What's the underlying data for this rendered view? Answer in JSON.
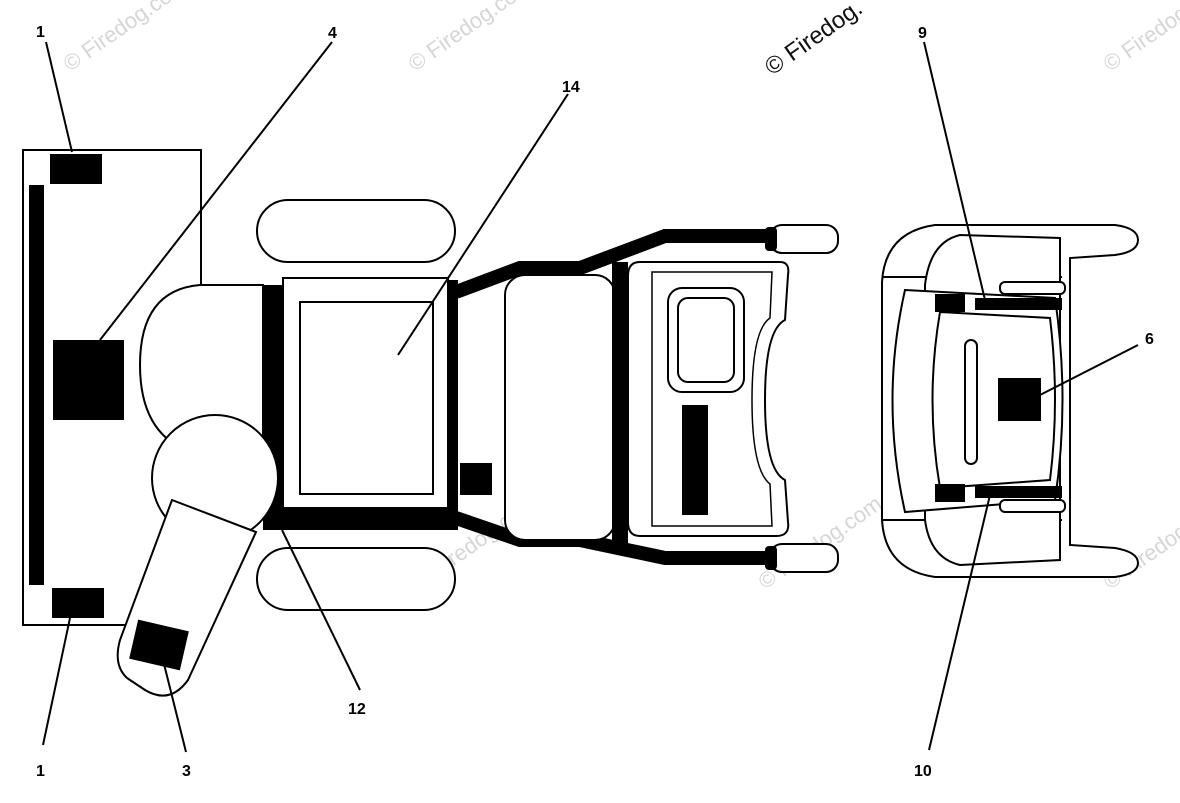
{
  "watermark": {
    "text": "© Firedog.com",
    "prominent_text": "© Firedog."
  },
  "callouts": [
    {
      "id": "1-top",
      "number": "1"
    },
    {
      "id": "4",
      "number": "4"
    },
    {
      "id": "14",
      "number": "14"
    },
    {
      "id": "9",
      "number": "9"
    },
    {
      "id": "6",
      "number": "6"
    },
    {
      "id": "12",
      "number": "12"
    },
    {
      "id": "1-bottom",
      "number": "1"
    },
    {
      "id": "3",
      "number": "3"
    },
    {
      "id": "10",
      "number": "10"
    }
  ]
}
